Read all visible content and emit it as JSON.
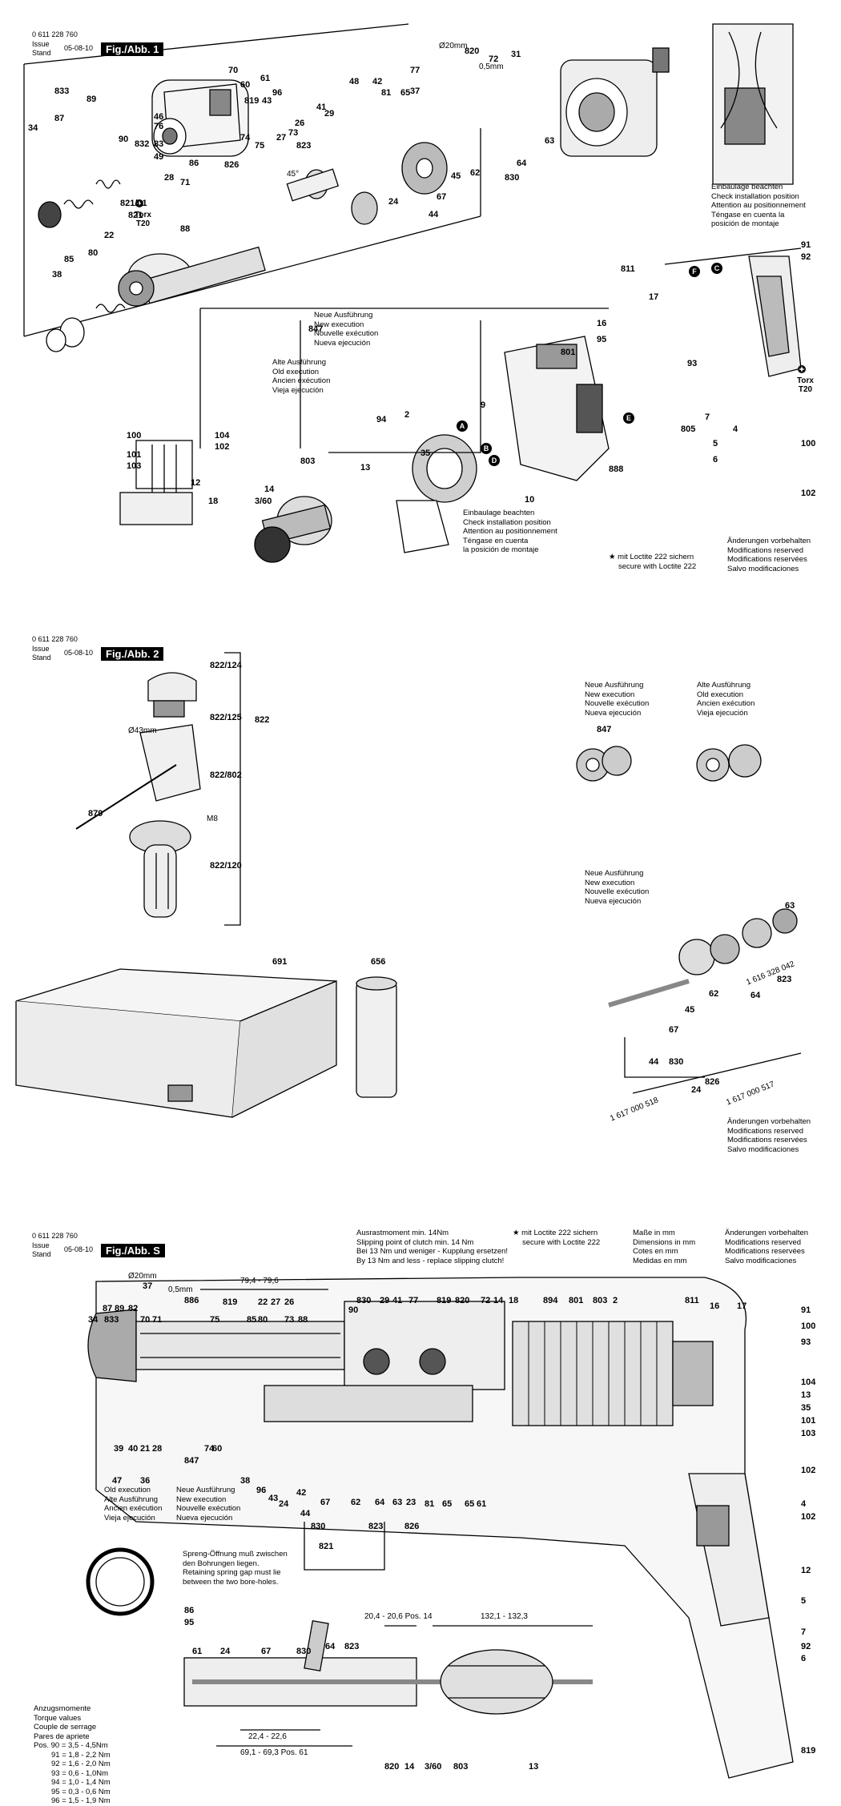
{
  "sheet1": {
    "doc_no": "0 611 228 760",
    "issue_label": "Issue",
    "stand_label": "Stand",
    "date": "05-08-10",
    "fig": "Fig./Abb. 1",
    "dim_dia": "Ø20mm",
    "dim_gap": "0,5mm",
    "torx": "Torx",
    "torx_size": "T20",
    "angle": "45°",
    "notes": {
      "install_top": [
        "Einbaulage beachten",
        "Check installation position",
        "Attention au positionnement",
        "Téngase en cuenta la",
        "posición de montaje"
      ],
      "new_exec": [
        "Neue Ausführung",
        "New execution",
        "Nouvelle exécution",
        "Nueva ejecución"
      ],
      "old_exec": [
        "Alte Ausführung",
        "Old execution",
        "Ancien exécution",
        "Vieja ejecución"
      ],
      "install_bottom": [
        "Einbaulage beachten",
        "Check installation position",
        "Attention au positionnement",
        "Téngase en cuenta",
        "la posición de montaje"
      ],
      "loctite": [
        "★ mit Loctite 222 sichern",
        "secure with Loctite 222"
      ],
      "reserved": [
        "Änderungen vorbehalten",
        "Modifications reserved",
        "Modifications reservées",
        "Salvo modificaciones"
      ]
    },
    "circle_labels": [
      "A",
      "B",
      "C",
      "D",
      "E",
      "F"
    ],
    "callouts": [
      "833",
      "89",
      "87",
      "34",
      "90",
      "46",
      "76",
      "83",
      "832",
      "49",
      "70",
      "60",
      "61",
      "43",
      "96",
      "819",
      "37",
      "41",
      "29",
      "27",
      "73",
      "26",
      "48",
      "42",
      "81",
      "65",
      "77",
      "820",
      "72",
      "31",
      "63",
      "64",
      "830",
      "62",
      "45",
      "67",
      "44",
      "24",
      "823",
      "826",
      "74",
      "75",
      "86",
      "28",
      "821/01",
      "71",
      "821",
      "88",
      "22",
      "80",
      "85",
      "38",
      "847",
      "100",
      "104",
      "101",
      "103",
      "102",
      "12",
      "803",
      "13",
      "14",
      "3/60",
      "18",
      "94",
      "2",
      "35",
      "9",
      "888",
      "10",
      "801",
      "811",
      "16",
      "95",
      "93",
      "17",
      "91",
      "92",
      "805",
      "7",
      "6",
      "5",
      "4",
      "102",
      "100"
    ]
  },
  "sheet2": {
    "doc_no": "0 611 228 760",
    "issue_label": "Issue",
    "stand_label": "Stand",
    "date": "05-08-10",
    "fig": "Fig./Abb. 2",
    "dim_dia": "Ø43mm",
    "thread": "M8",
    "notes": {
      "new_exec_top": [
        "Neue Ausführung",
        "New execution",
        "Nouvelle exécution",
        "Nueva ejecución"
      ],
      "old_exec_top": [
        "Alte Ausführung",
        "Old execution",
        "Ancien exécution",
        "Vieja ejecución"
      ],
      "new_exec_mid": [
        "Neue Ausführung",
        "New execution",
        "Nouvelle exécution",
        "Nueva ejecución"
      ],
      "reserved": [
        "Änderungen vorbehalten",
        "Modifications reserved",
        "Modifications reservées",
        "Salvo modificaciones"
      ]
    },
    "callouts": [
      "822/124",
      "822/125",
      "822",
      "822/802",
      "879",
      "822/120",
      "691",
      "656",
      "847",
      "63",
      "64",
      "62",
      "45",
      "67",
      "44",
      "830",
      "823",
      "826",
      "24"
    ],
    "partnos": [
      "1 616 328 042",
      "1 617 000 518",
      "1 617 000 517"
    ]
  },
  "sheetS": {
    "doc_no": "0 611 228 760",
    "issue_label": "Issue",
    "stand_label": "Stand",
    "date": "05-08-10",
    "fig": "Fig./Abb. S",
    "dim_dia": "Ø20mm",
    "dim_gap": "0,5mm",
    "notes": {
      "torque": [
        "Ausrastmoment min. 14Nm",
        "Slipping point of clutch min. 14 Nm",
        "Bei 13 Nm und weniger - Kupplung ersetzen!",
        "By 13 Nm and less - replace slipping clutch!"
      ],
      "loctite": [
        "★ mit Loctite 222 sichern",
        "secure with Loctite 222"
      ],
      "dims": [
        "Maße in mm",
        "Dimensions in mm",
        "Cotes en mm",
        "Medidas en mm"
      ],
      "reserved": [
        "Änderungen vorbehalten",
        "Modifications reserved",
        "Modifications reservées",
        "Salvo modificaciones"
      ],
      "old_exec": [
        "Old execution",
        "Alte Ausführung",
        "Ancien exécution",
        "Vieja ejecución"
      ],
      "new_exec": [
        "Neue Ausführung",
        "New execution",
        "Nouvelle exécution",
        "Nueva ejecución"
      ],
      "spring": [
        "Spreng-Öffnung muß zwischen",
        "den Bohrungen liegen.",
        "Retaining spring gap must lie",
        "between the two bore-holes."
      ],
      "torque_vals": [
        "Anzugsmomente",
        "Torque values",
        "Couple de serrage",
        "Pares de apriete",
        "Pos. 90 = 3,5 - 4,5Nm",
        "91 = 1,8 - 2,2 Nm",
        "92 = 1,6 - 2,0 Nm",
        "93 = 0,6 - 1,0Nm",
        "94 = 1,0 - 1,4 Nm",
        "95 = 0,3 - 0,6 Nm",
        "96 = 1,5 - 1,9 Nm"
      ]
    },
    "dims": {
      "top": "79,4 - 79,6",
      "pos14": "20,4 - 20,6 Pos. 14",
      "pos132": "132,1 - 132,3",
      "bot1": "22,4 - 22,6",
      "bot2": "69,1 - 69,3 Pos. 61"
    },
    "callouts": [
      "37",
      "886",
      "819",
      "22",
      "27",
      "26",
      "830",
      "29",
      "41",
      "77",
      "819",
      "820",
      "72",
      "14",
      "18",
      "894",
      "801",
      "803",
      "2",
      "811",
      "16",
      "17",
      "91",
      "100",
      "93",
      "34",
      "833",
      "87",
      "89",
      "82",
      "70",
      "71",
      "75",
      "85",
      "80",
      "73",
      "88",
      "90",
      "104",
      "13",
      "35",
      "101",
      "103",
      "102",
      "4",
      "102",
      "39",
      "40",
      "21",
      "28",
      "47",
      "36",
      "60",
      "74",
      "847",
      "38",
      "42",
      "44",
      "67",
      "62",
      "64",
      "63",
      "23",
      "81",
      "65",
      "65",
      "61",
      "96",
      "43",
      "24",
      "830",
      "823",
      "826",
      "821",
      "86",
      "95",
      "12",
      "5",
      "7",
      "92",
      "6",
      "819",
      "61",
      "24",
      "67",
      "830",
      "64",
      "823",
      "820",
      "14",
      "3/60",
      "803",
      "13"
    ]
  }
}
